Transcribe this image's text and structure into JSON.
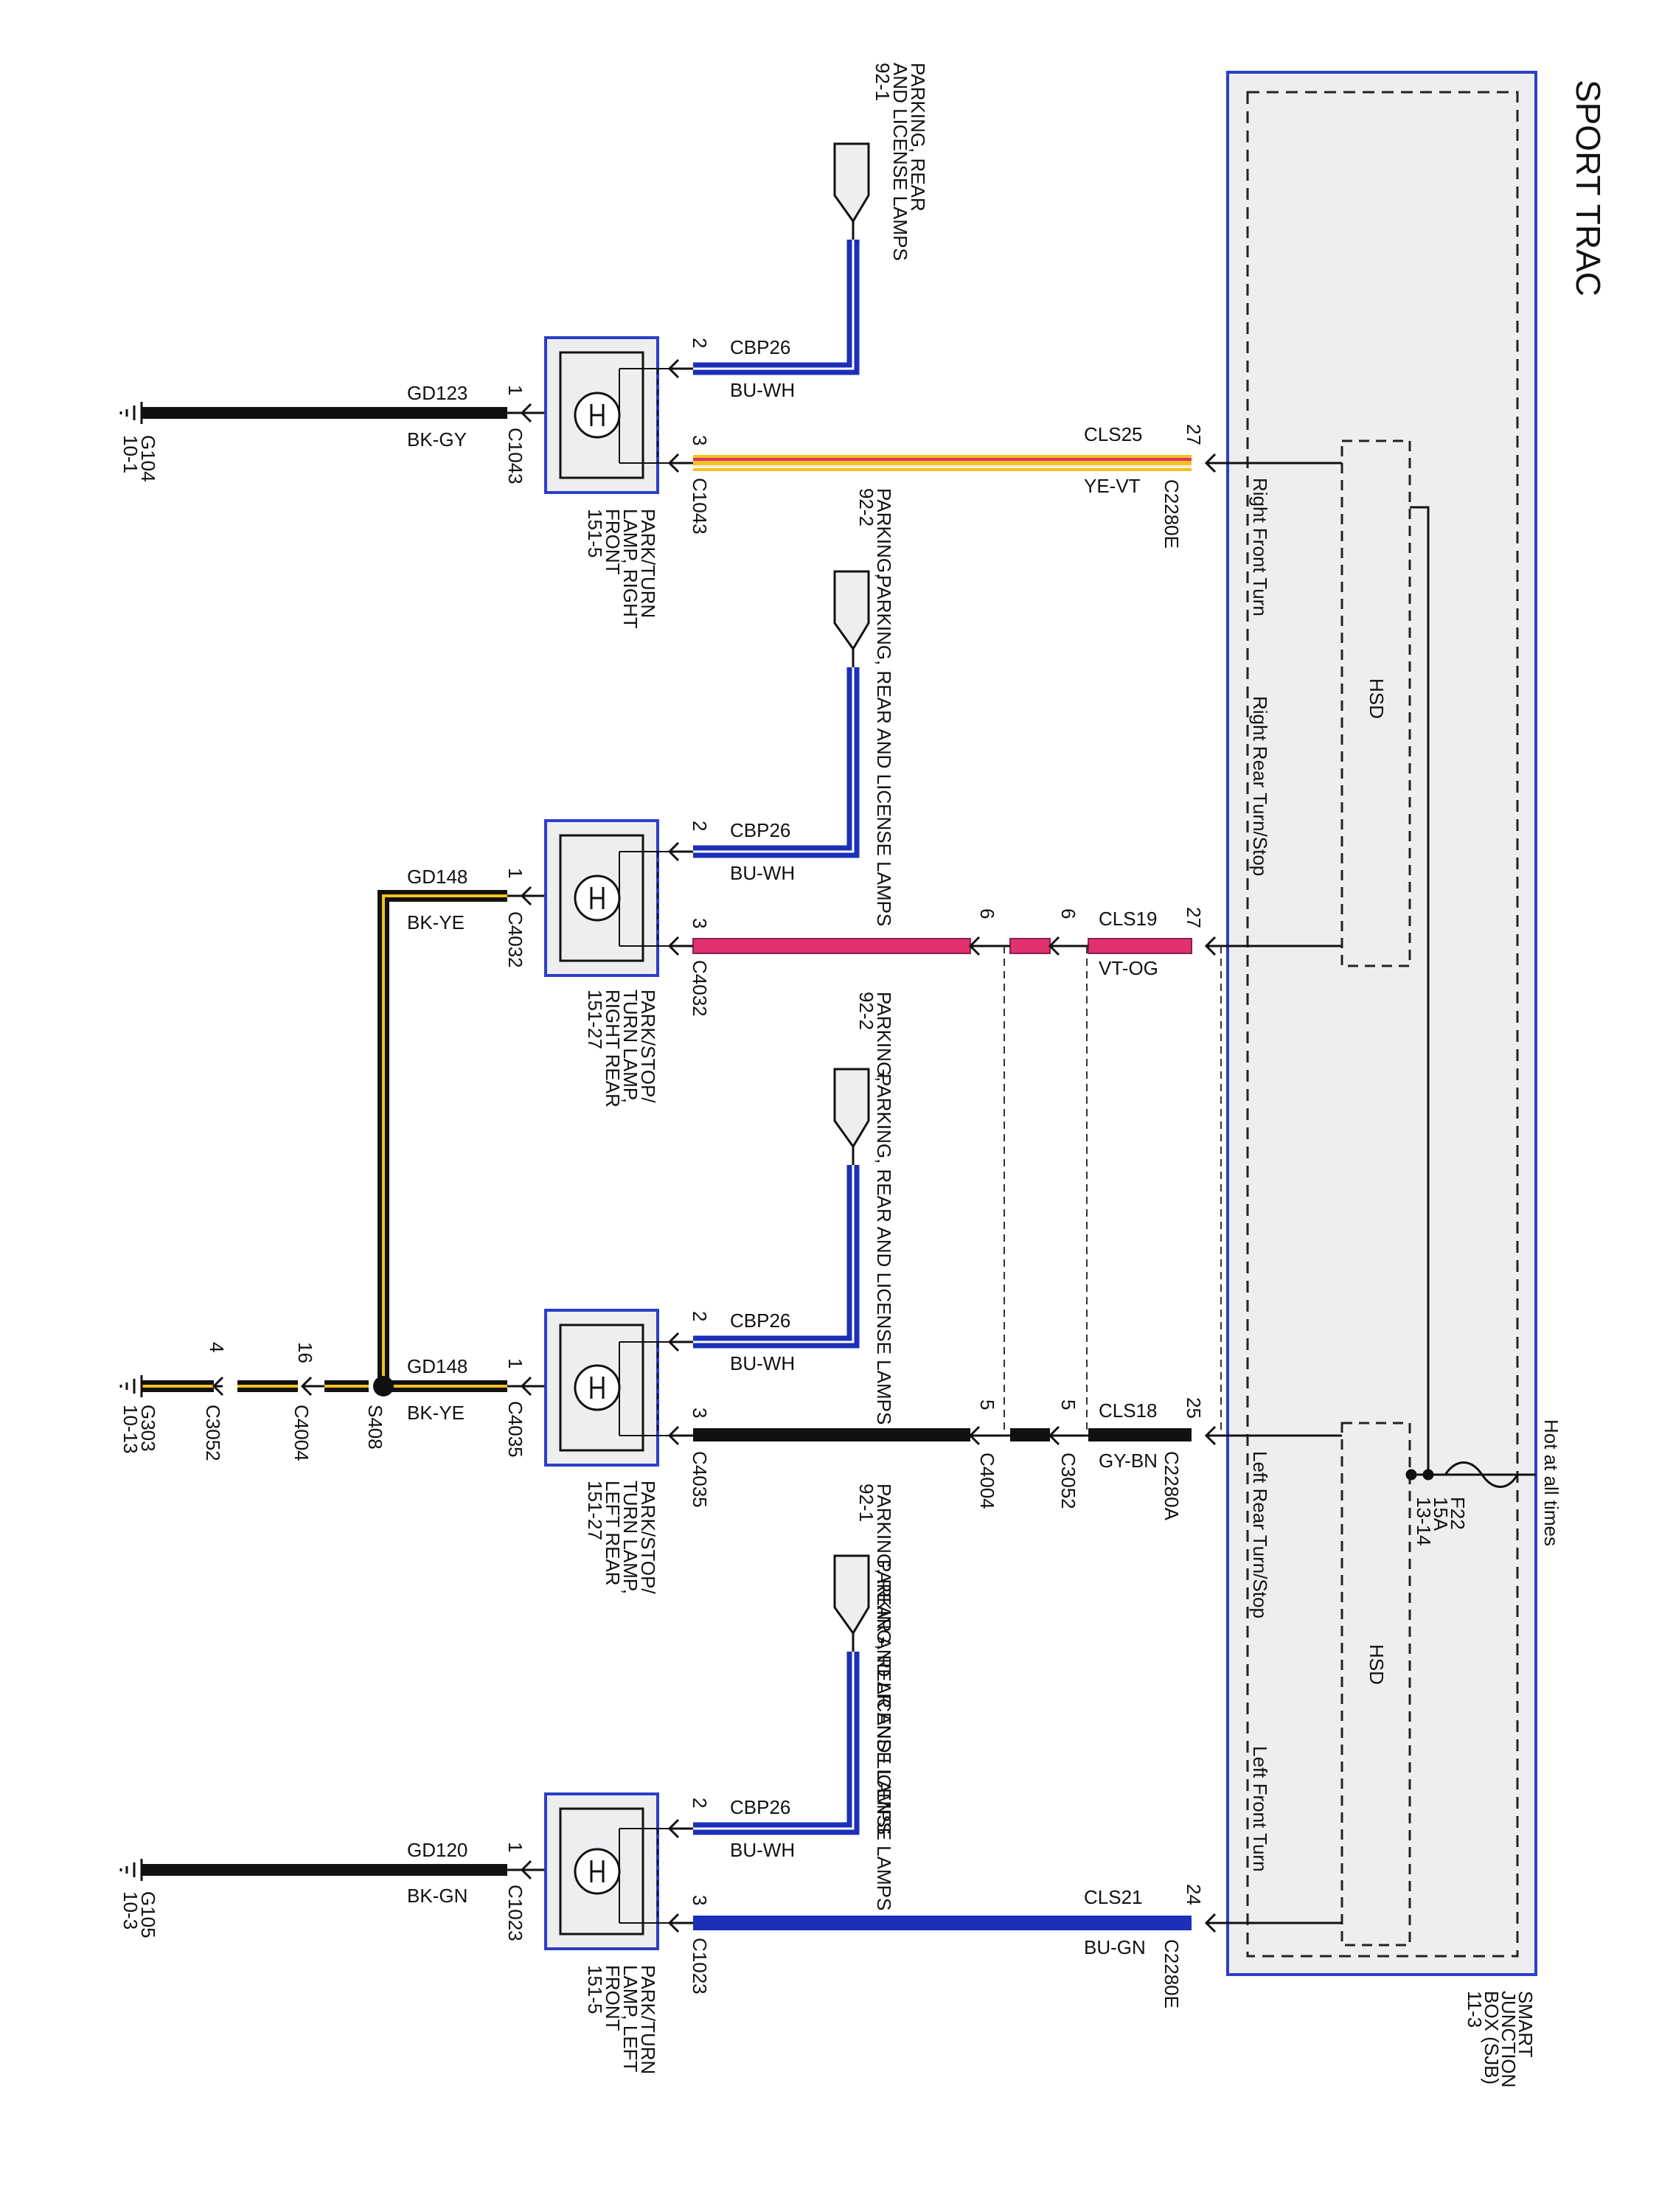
{
  "title": "SPORT TRAC",
  "hot_label": "Hot at all times",
  "fuse": {
    "name": "F22",
    "rating": "15A",
    "ref": "13-14"
  },
  "sjb": {
    "line1": "SMART",
    "line2": "JUNCTION",
    "line3": "BOX (SJB)",
    "ref": "11-3"
  },
  "hsd": [
    "HSD",
    "HSD"
  ],
  "outputs": {
    "right_front": "Right Front Turn",
    "right_rear": "Right Rear Turn/Stop",
    "left_rear": "Left Rear Turn/Stop",
    "left_front": "Left Front Turn"
  },
  "pins": {
    "rf_sjb": "27",
    "rr_sjb": "27",
    "lr_sjb": "25",
    "lf_sjb": "24",
    "rr_inline_a": "6",
    "rr_inline_b": "6",
    "lr_inline_a": "5",
    "lr_inline_b": "5",
    "rf_2": "2",
    "rf_3": "3",
    "rf_1": "1",
    "rr_2": "2",
    "rr_3": "3",
    "rr_1": "1",
    "lr_2": "2",
    "lr_3": "3",
    "lr_1": "1",
    "lf_2": "2",
    "lf_3": "3",
    "lf_1": "1",
    "g303_c4004": "16",
    "g303_c3052": "4"
  },
  "connectors": {
    "c2280e_top": "C2280E",
    "c2280e_bottom": "C2280E",
    "c2280a": "C2280A",
    "rf_top": "C1043",
    "rf_side": "C1043",
    "rr_top": "C4032",
    "rr_side": "C4032",
    "lr_top": "C4035",
    "lr_side": "C4035",
    "lf_top": "C1023",
    "lf_side": "C1023",
    "c4004": "C4004",
    "c3052": "C3052",
    "g303_c4004": "C4004",
    "g303_c3052": "C3052"
  },
  "circuits": {
    "cls25": {
      "name": "CLS25",
      "color": "YE-VT"
    },
    "cls19": {
      "name": "CLS19",
      "color": "VT-OG"
    },
    "cls18": {
      "name": "CLS18",
      "color": "GY-BN"
    },
    "cls21": {
      "name": "CLS21",
      "color": "BU-GN"
    },
    "cbp26_rf": {
      "name": "CBP26",
      "color": "BU-WH"
    },
    "cbp26_rr": {
      "name": "CBP26",
      "color": "BU-WH"
    },
    "cbp26_lr": {
      "name": "CBP26",
      "color": "BU-WH"
    },
    "cbp26_lf": {
      "name": "CBP26",
      "color": "BU-WH"
    },
    "gd123": {
      "name": "GD123",
      "color": "BK-GY"
    },
    "gd148_rr": {
      "name": "GD148",
      "color": "BK-YE"
    },
    "gd148_lr": {
      "name": "GD148",
      "color": "BK-YE"
    },
    "gd120": {
      "name": "GD120",
      "color": "BK-GN"
    }
  },
  "lamps": {
    "rf": [
      "PARK/TURN",
      "LAMP, RIGHT",
      "FRONT",
      "151-5"
    ],
    "rr": [
      "PARK/STOP/",
      "TURN LAMP,",
      "RIGHT REAR",
      "151-27"
    ],
    "lr": [
      "PARK/STOP/",
      "TURN LAMP,",
      "LEFT REAR",
      "151-27"
    ],
    "lf": [
      "PARK/TURN",
      "LAMP, LEFT",
      "FRONT",
      "151-5"
    ]
  },
  "refs": {
    "rf_cbp": [
      "PARKING, REAR",
      "AND LICENSE LAMPS",
      "92-1"
    ],
    "rf_cls": [
      "PARKING,",
      "92-2"
    ],
    "rr_cbp": [
      "PARKING, REAR AND LICENSE LAMPS"
    ],
    "rr_cls": [
      "PARKING,",
      "92-2"
    ],
    "lr_cbp": [
      "PARKING, REAR AND LICENSE LAMPS"
    ],
    "lr_cls": [
      "PARKING, REAR AND LICENSE LAMPS",
      "92-1"
    ],
    "lf_cbp": [
      "PARKING, REAR AND LICENSE LAMPS"
    ]
  },
  "splice": "S408",
  "grounds": {
    "g104": [
      "G104",
      "10-1"
    ],
    "g303": [
      "G303",
      "10-13"
    ],
    "g105": [
      "G105",
      "10-3"
    ]
  },
  "wire_colors": {
    "black": "#111111",
    "blue": "#1b2fb8",
    "magenta": "#e0306e",
    "yellow": "#f2c21e",
    "violet": "#8a3aa0",
    "white": "#ffffff",
    "box_border": "#2b3fc8",
    "box_fill": "#eeeef1"
  }
}
